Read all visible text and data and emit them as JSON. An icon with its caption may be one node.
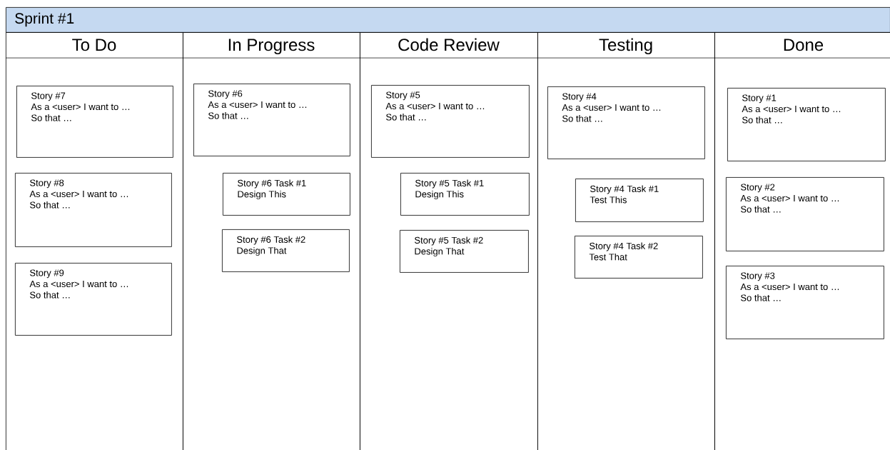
{
  "diagram": {
    "nodes": [
      {
        "text": [
          "Sprint #1"
        ]
      },
      {
        "text": [
          "To Do"
        ]
      },
      {
        "text": [
          "Story #7",
          "As a <user> I want to …",
          "So that …"
        ],
        "in": 1
      },
      {
        "text": [
          "Story #8",
          "As a <user> I want to …",
          "So that …"
        ],
        "in": 1
      },
      {
        "text": [
          "Story #9",
          "As a <user> I want to …",
          "So that …"
        ],
        "in": 1
      },
      {
        "text": [
          "In Progress"
        ]
      },
      {
        "text": [
          "Story #6",
          "As a <user> I want to …",
          "So that …"
        ],
        "in": 5
      },
      {
        "text": [
          "Story #6 Task #1",
          "Design This"
        ],
        "in": 5
      },
      {
        "text": [
          "Story #6 Task #2",
          "Design That"
        ],
        "in": 5
      },
      {
        "text": [
          "Code Review"
        ]
      },
      {
        "text": [
          "Story #5",
          "As a <user> I want to …",
          "So that …"
        ],
        "in": 9
      },
      {
        "text": [
          "Story #5 Task #1",
          "Design This"
        ],
        "in": 9
      },
      {
        "text": [
          "Story #5 Task #2",
          "Design That"
        ],
        "in": 9
      },
      {
        "text": [
          "Testing"
        ]
      },
      {
        "text": [
          "Story #4",
          "As a <user> I want to …",
          "So that …"
        ],
        "in": 13
      },
      {
        "text": [
          "Story #4 Task #1",
          "Test This"
        ],
        "in": 13
      },
      {
        "text": [
          "Story #4 Task #2",
          "Test That"
        ],
        "in": 13
      },
      {
        "text": [
          "Done"
        ]
      },
      {
        "text": [
          "Story #1",
          "As a <user> I want to …",
          "So that …"
        ],
        "in": 17
      },
      {
        "text": [
          "Story #2",
          "As a <user> I want to …",
          "So that …"
        ],
        "in": 17
      },
      {
        "text": [
          "Story #3",
          "As a <user> I want to …",
          "So that …"
        ],
        "in": 17
      }
    ]
  }
}
